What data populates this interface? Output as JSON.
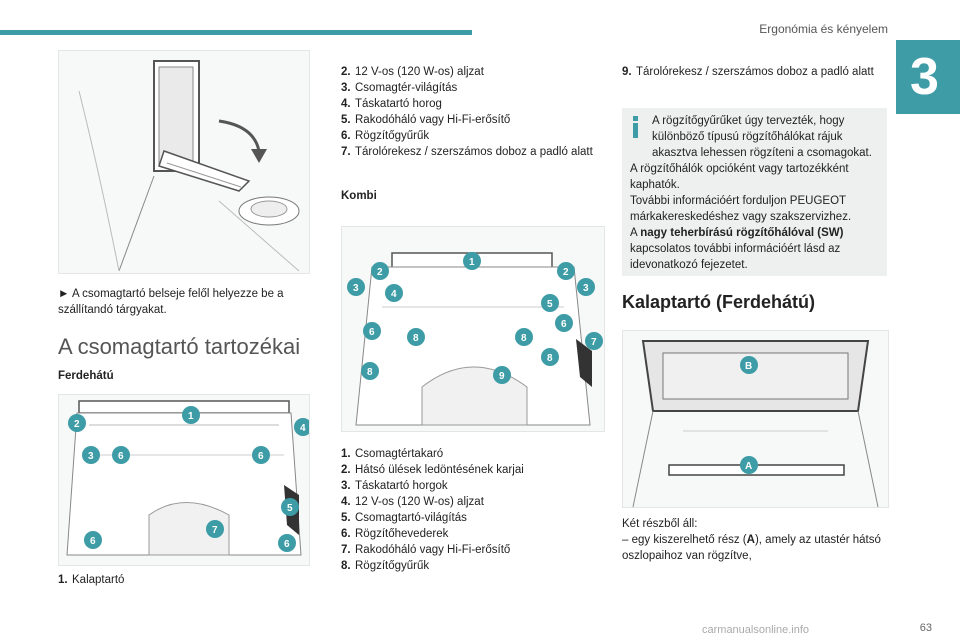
{
  "header": {
    "section_title": "Ergonómia és kényelem",
    "chapter_number": "3",
    "page_number": "63"
  },
  "col1": {
    "bullet_marker": "►",
    "bullet_text": "A csomagtartó belseje felől helyezze be a szállítandó tárgyakat.",
    "heading": "A csomagtartó tartozékai",
    "subheading": "Ferdehátú",
    "list": [
      {
        "n": "1.",
        "text": "Kalaptartó"
      }
    ],
    "callouts": [
      "1",
      "2",
      "3",
      "4",
      "5",
      "6",
      "6",
      "6",
      "6",
      "7"
    ]
  },
  "col2": {
    "list_top": [
      {
        "n": "2.",
        "text": "12 V-os (120 W-os) aljzat"
      },
      {
        "n": "3.",
        "text": "Csomagtér-világítás"
      },
      {
        "n": "4.",
        "text": "Táskatartó horog"
      },
      {
        "n": "5.",
        "text": "Rakodóháló vagy Hi-Fi-erősítő"
      },
      {
        "n": "6.",
        "text": "Rögzítőgyűrűk"
      },
      {
        "n": "7.",
        "text": "Tárolórekesz / szerszámos doboz a padló alatt"
      }
    ],
    "subheading": "Kombi",
    "callouts": [
      "1",
      "2",
      "2",
      "3",
      "3",
      "4",
      "5",
      "6",
      "6",
      "7",
      "8",
      "8",
      "8",
      "8",
      "9"
    ],
    "list_bottom": [
      {
        "n": "1.",
        "text": "Csomagtértakaró"
      },
      {
        "n": "2.",
        "text": "Hátsó ülések ledöntésének karjai"
      },
      {
        "n": "3.",
        "text": "Táskatartó horgok"
      },
      {
        "n": "4.",
        "text": "12 V-os (120 W-os) aljzat"
      },
      {
        "n": "5.",
        "text": "Csomagtartó-világítás"
      },
      {
        "n": "6.",
        "text": "Rögzítőhevederek"
      },
      {
        "n": "7.",
        "text": "Rakodóháló vagy Hi-Fi-erősítő"
      },
      {
        "n": "8.",
        "text": "Rögzítőgyűrűk"
      }
    ]
  },
  "col3": {
    "list_top": [
      {
        "n": "9.",
        "text": "Tárolórekesz / szerszámos doboz a padló alatt"
      }
    ],
    "info": {
      "line1": "A rögzítőgyűrűket úgy tervezték, hogy különböző típusú rögzítőhálókat rájuk akasztva lehessen rögzíteni a csomagokat.",
      "line2": "A rögzítőhálók opcióként vagy tartozékként kaphatók.",
      "line3": "További információért forduljon PEUGEOT márkakereskedéshez vagy szakszervizhez.",
      "line4_pre": "A ",
      "line4_bold": "nagy teherbírású rögzítőhálóval (SW)",
      "line4_post": " kapcsolatos további információért lásd az idevonatkozó fejezetet."
    },
    "heading": "Kalaptartó (Ferdehátú)",
    "callout_b": "B",
    "callout_a": "A",
    "body_intro": "Két részből áll:",
    "body_item_pre": "– egy kiszerelhető rész (",
    "body_item_bold": "A",
    "body_item_post": "), amely az utastér hátsó oszlopaihoz van rögzítve,"
  },
  "footer": {
    "watermark": "carmanualsonline.info"
  }
}
